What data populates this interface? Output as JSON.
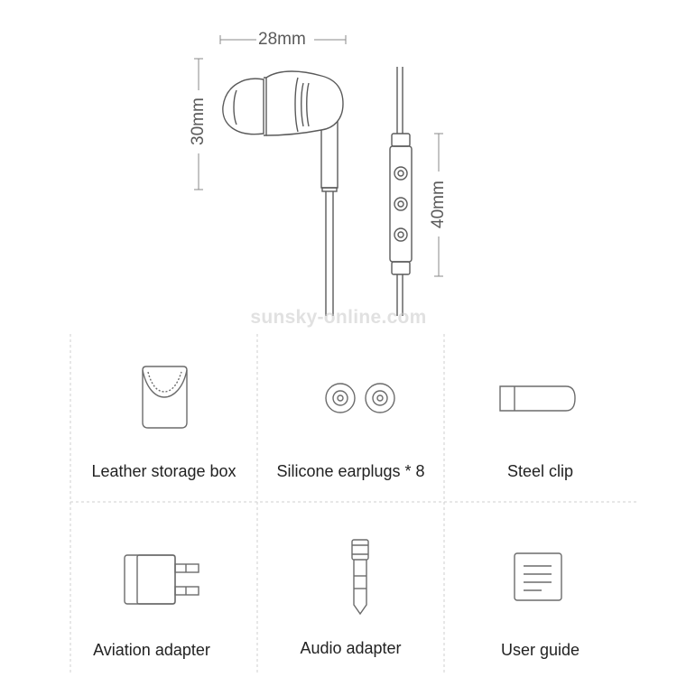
{
  "dimensions": {
    "width_label": "28mm",
    "height_label": "30mm",
    "control_label": "40mm"
  },
  "watermark": "sunsky-online.com",
  "accessories": [
    {
      "label": "Leather storage box",
      "icon": "leather-box-icon"
    },
    {
      "label": "Silicone earplugs * 8",
      "icon": "earplugs-icon"
    },
    {
      "label": "Steel clip",
      "icon": "steel-clip-icon"
    },
    {
      "label": "Aviation adapter",
      "icon": "aviation-adapter-icon"
    },
    {
      "label": "Audio adapter",
      "icon": "audio-adapter-icon"
    },
    {
      "label": "User guide",
      "icon": "user-guide-icon"
    }
  ],
  "colors": {
    "line": "#6b6b6b",
    "grid": "#cfcfcf"
  }
}
